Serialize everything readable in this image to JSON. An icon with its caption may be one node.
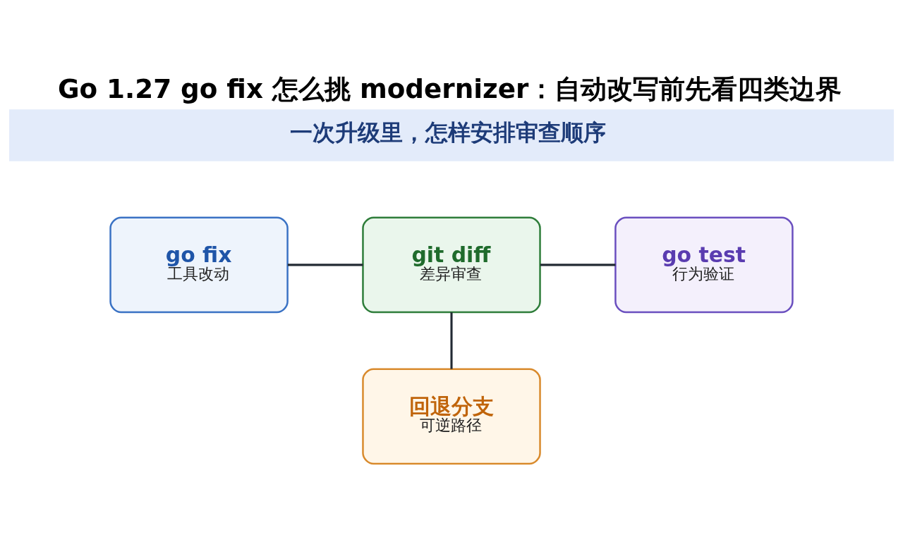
{
  "diagram": {
    "title": "Go 1.27 go fix 怎么挑 modernizer：自动改写前先看四类边界",
    "nodes": [
      {
        "text": [
          "一次升级里，怎样安排审查顺序"
        ]
      },
      {
        "text": [
          "go fix",
          "工具改动"
        ]
      },
      {
        "text": [
          "git diff",
          "差异审查"
        ]
      },
      {
        "text": [
          "go test",
          "行为验证"
        ]
      },
      {
        "text": [
          "回退分支",
          "可逆路径"
        ]
      }
    ],
    "edges": [
      {
        "from": 1,
        "to": 2,
        "arrow": "none"
      },
      {
        "from": 2,
        "to": 3,
        "arrow": "none"
      },
      {
        "from": 2,
        "to": 4,
        "arrow": "none"
      }
    ]
  }
}
